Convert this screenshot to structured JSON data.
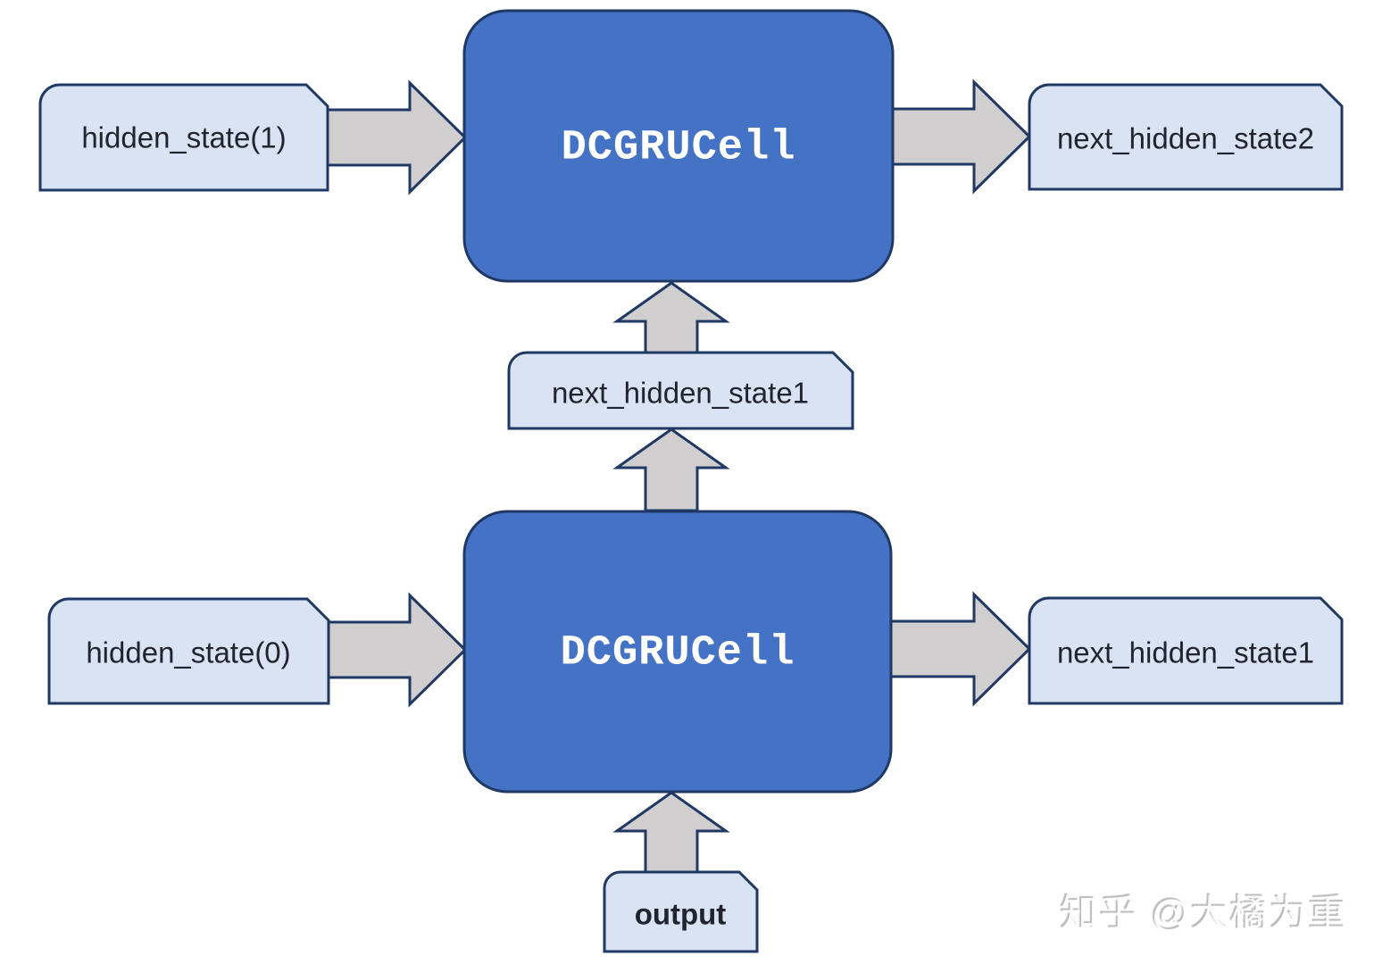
{
  "diagram": {
    "type": "flow-diagram",
    "nodes": {
      "hidden_state_1": {
        "label": "hidden_state(1)",
        "kind": "state-input"
      },
      "dcgru_cell_top": {
        "label": "DCGRUCell",
        "kind": "cell"
      },
      "next_hidden_state_2": {
        "label": "next_hidden_state2",
        "kind": "state-output"
      },
      "next_hidden_state_1_mid": {
        "label": "next_hidden_state1",
        "kind": "state-intermediate"
      },
      "hidden_state_0": {
        "label": "hidden_state(0)",
        "kind": "state-input"
      },
      "dcgru_cell_bottom": {
        "label": "DCGRUCell",
        "kind": "cell"
      },
      "next_hidden_state_1_out": {
        "label": "next_hidden_state1",
        "kind": "state-output"
      },
      "output": {
        "label": "output",
        "kind": "input"
      }
    },
    "edges": [
      {
        "from": "hidden_state_1",
        "to": "dcgru_cell_top",
        "direction": "right"
      },
      {
        "from": "dcgru_cell_top",
        "to": "next_hidden_state_2",
        "direction": "right"
      },
      {
        "from": "next_hidden_state_1_mid",
        "to": "dcgru_cell_top",
        "direction": "up"
      },
      {
        "from": "dcgru_cell_bottom",
        "to": "next_hidden_state_1_mid",
        "direction": "up"
      },
      {
        "from": "hidden_state_0",
        "to": "dcgru_cell_bottom",
        "direction": "right"
      },
      {
        "from": "dcgru_cell_bottom",
        "to": "next_hidden_state_1_out",
        "direction": "right"
      },
      {
        "from": "output",
        "to": "dcgru_cell_bottom",
        "direction": "up"
      }
    ],
    "colors": {
      "cell_fill": "#4472C4",
      "cell_border": "#1F3864",
      "cell_text": "#FFFFFF",
      "node_fill": "#DAE3F3",
      "node_border": "#1F3864",
      "node_text": "#20242E",
      "arrow_fill": "#D0CECE",
      "arrow_border": "#1F3864",
      "background": "#FFFFFF"
    }
  },
  "watermark": {
    "text": "知乎 @大橘为重"
  }
}
